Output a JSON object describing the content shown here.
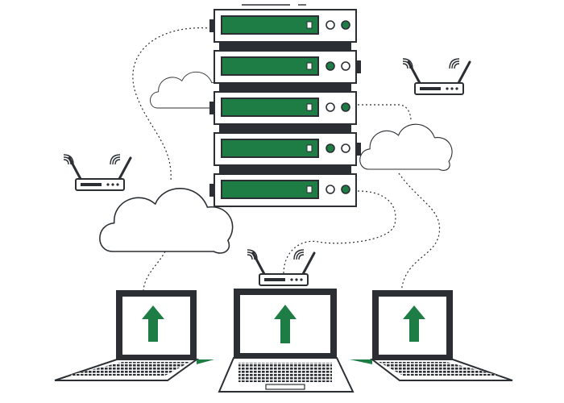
{
  "colors": {
    "accent": "#1e7d45",
    "outline": "#2b2f33",
    "background": "#ffffff"
  },
  "server_rack": {
    "units": [
      {
        "leds": [
          "empty",
          "filled"
        ]
      },
      {
        "leds": [
          "filled",
          "empty"
        ]
      },
      {
        "leds": [
          "empty",
          "filled"
        ]
      },
      {
        "leds": [
          "filled",
          "empty"
        ]
      },
      {
        "leds": [
          "empty",
          "filled"
        ]
      }
    ]
  },
  "routers": [
    {
      "position": "left"
    },
    {
      "position": "top-right"
    },
    {
      "position": "center"
    }
  ],
  "clouds": [
    {
      "position": "upper-left"
    },
    {
      "position": "right"
    },
    {
      "position": "lower-left"
    }
  ],
  "laptops": [
    {
      "position": "left",
      "screen_icon": "upload-arrow-icon"
    },
    {
      "position": "center",
      "screen_icon": "upload-arrow-icon"
    },
    {
      "position": "right",
      "screen_icon": "upload-arrow-icon"
    }
  ]
}
